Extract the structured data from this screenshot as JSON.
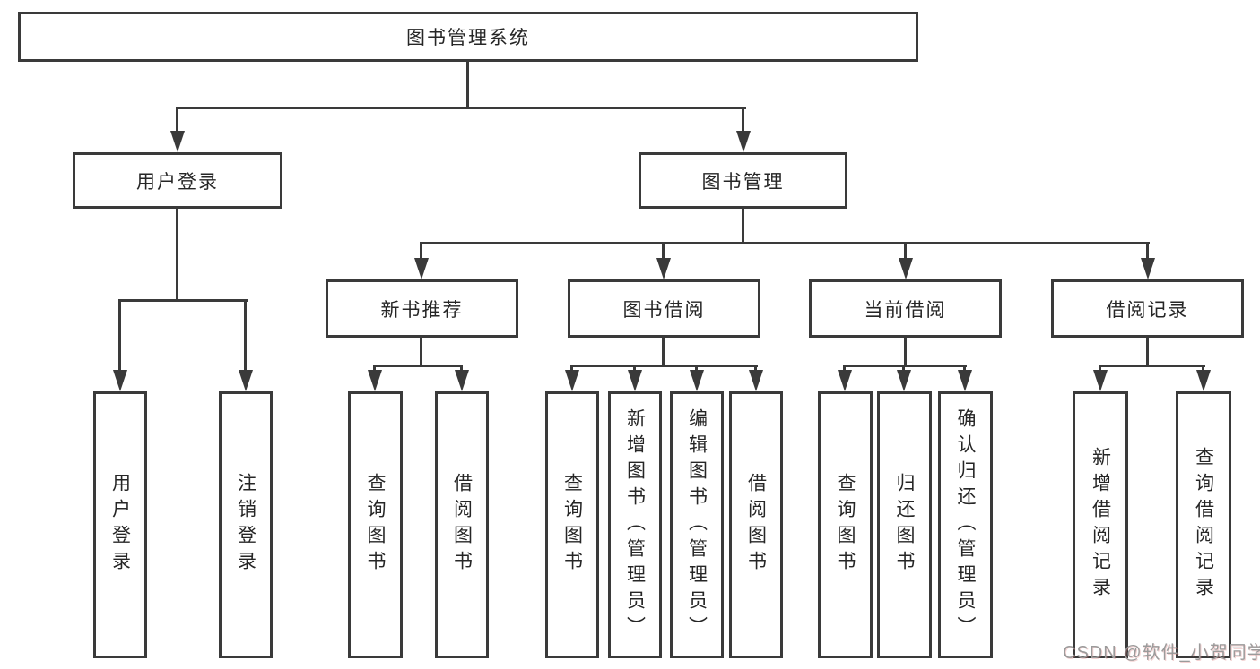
{
  "diagram": {
    "nodes": {
      "root": "图书管理系统",
      "user_login": "用户登录",
      "book_mgmt": "图书管理",
      "new_book": "新书推荐",
      "book_borrow": "图书借阅",
      "current_borrow": "当前借阅",
      "borrow_record": "借阅记录"
    },
    "leaves": {
      "user_login": [
        "用户登录",
        "注销登录"
      ],
      "new_book": [
        "查询图书",
        "借阅图书"
      ],
      "book_borrow": [
        "查询图书",
        "新增图书（管理员）",
        "编辑图书（管理员）",
        "借阅图书"
      ],
      "current_borrow": [
        "查询图书",
        "归还图书",
        "确认归还（管理员）"
      ],
      "borrow_record": [
        "新增借阅记录",
        "查询借阅记录"
      ]
    },
    "watermark": "CSDN @软件_小贺同学",
    "colors": {
      "line": "#3a3a3a",
      "text": "#262626",
      "watermark": "#9b9b9b",
      "background": "#ffffff"
    }
  }
}
